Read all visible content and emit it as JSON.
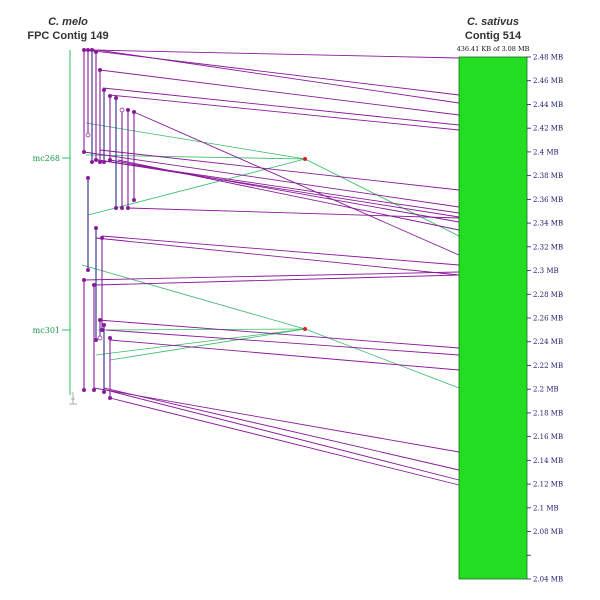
{
  "left_map": {
    "species": "C. melo",
    "contig": "FPC Contig 149",
    "markers": [
      {
        "label": "mc268"
      },
      {
        "label": "mc301"
      }
    ]
  },
  "right_map": {
    "species": "C. sativus",
    "contig": "Contig 514",
    "size_label": "436.41 KB of 3.08 MB",
    "bar_color": "#22dd22",
    "ticks": [
      {
        "mb": 2.48,
        "label": "2.48 MB"
      },
      {
        "mb": 2.46,
        "label": "2.46 MB"
      },
      {
        "mb": 2.44,
        "label": "2.44 MB"
      },
      {
        "mb": 2.42,
        "label": "2.42 MB"
      },
      {
        "mb": 2.4,
        "label": "2.4 MB"
      },
      {
        "mb": 2.38,
        "label": "2.38 MB"
      },
      {
        "mb": 2.36,
        "label": "2.36 MB"
      },
      {
        "mb": 2.34,
        "label": "2.34 MB"
      },
      {
        "mb": 2.32,
        "label": "2.32 MB"
      },
      {
        "mb": 2.3,
        "label": "2.3 MB"
      },
      {
        "mb": 2.28,
        "label": "2.28 MB"
      },
      {
        "mb": 2.26,
        "label": "2.26 MB"
      },
      {
        "mb": 2.24,
        "label": "2.24 MB"
      },
      {
        "mb": 2.22,
        "label": "2.22 MB"
      },
      {
        "mb": 2.2,
        "label": "2.2 MB"
      },
      {
        "mb": 2.18,
        "label": "2.18 MB"
      },
      {
        "mb": 2.16,
        "label": "2.16 MB"
      },
      {
        "mb": 2.14,
        "label": "2.14 MB"
      },
      {
        "mb": 2.12,
        "label": "2.12 MB"
      },
      {
        "mb": 2.1,
        "label": "2.1 MB"
      },
      {
        "mb": 2.08,
        "label": "2.08 MB"
      },
      {
        "mb": 2.06,
        "label": ""
      },
      {
        "mb": 2.04,
        "label": "2.04 MB"
      }
    ]
  },
  "colors": {
    "purple": "#8a1a9a",
    "green": "#33bb66",
    "navy": "#2a2a8a",
    "marker_point": "#dd2222"
  }
}
